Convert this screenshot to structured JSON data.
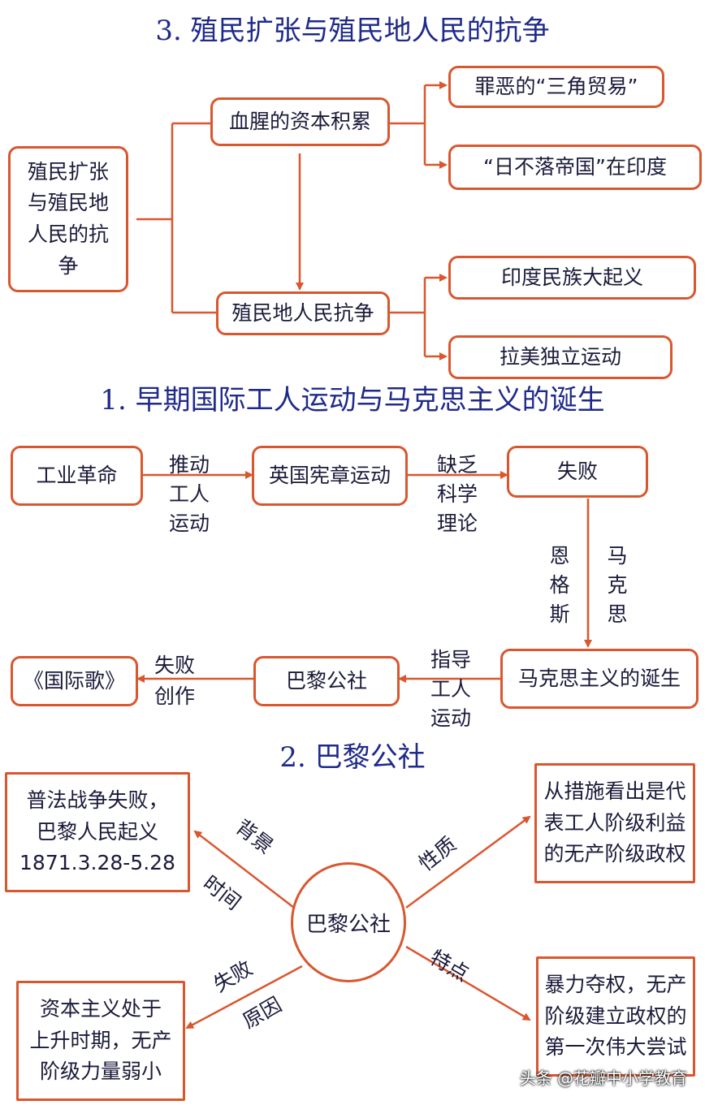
{
  "section3": {
    "title": "3. 殖民扩张与殖民地人民的抗争",
    "root": "殖民扩张与殖民地人民的抗争",
    "accumulation": "血腥的资本积累",
    "triangle_trade": "罪恶的“三角贸易”",
    "empire_india": "“日不落帝国”在印度",
    "struggle": "殖民地人民抗争",
    "india_uprising": "印度民族大起义",
    "latin_america": "拉美独立运动"
  },
  "section1": {
    "title": "1. 早期国际工人运动与马克思主义的诞生",
    "industrial_revolution": "工业革命",
    "label_push": "推动工人运动",
    "chartism": "英国宪章运动",
    "label_lack": "缺乏科学理论",
    "failure": "失败",
    "label_engels": "恩格斯",
    "label_marx": "马克思",
    "marxism": "马克思主义的诞生",
    "label_guide": "指导工人运动",
    "paris_commune": "巴黎公社",
    "label_fail_create": [
      "失败",
      "创作"
    ],
    "internationale": "《国际歌》"
  },
  "section2": {
    "title": "2. 巴黎公社",
    "center": "巴黎公社",
    "background_box": [
      "普法战争失败，",
      "巴黎人民起义",
      "1871.3.28-5.28"
    ],
    "label_background": "背景",
    "label_time": "时间",
    "label_nature": "性质",
    "nature_box": [
      "从措施看出是代",
      "表工人阶级利益",
      "的无产阶级政权"
    ],
    "label_failure": "失败",
    "label_reason": "原因",
    "reason_box": [
      "资本主义处于",
      "上升时期，无产",
      "阶级力量弱小"
    ],
    "label_feature": "特点",
    "feature_box": [
      "暴力夺权，无产",
      "阶级建立政权的",
      "第一次伟大尝试"
    ]
  },
  "watermark": "头条 @花瓣中小学教育",
  "colors": {
    "title": "#1f2a8a",
    "line": "#d9572f",
    "text": "#1a1a3a"
  }
}
